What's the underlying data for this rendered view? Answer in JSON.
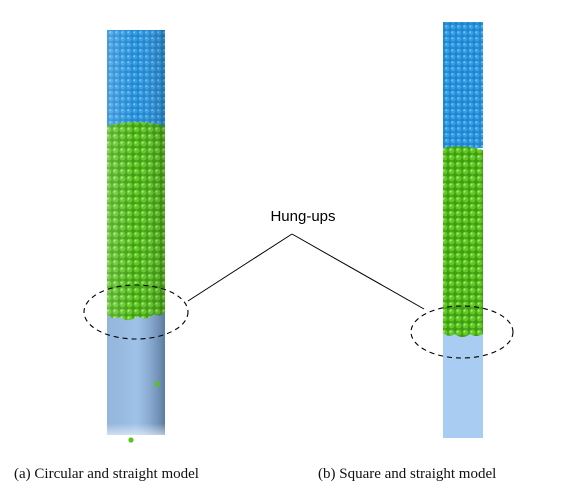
{
  "annotation": {
    "label": "Hung-ups"
  },
  "panels": [
    {
      "caption": "(a) Circular and straight model",
      "shape": "circular"
    },
    {
      "caption": "(b) Square and straight model",
      "shape": "square"
    }
  ],
  "colors": {
    "blue_particles": "#2a8fd6",
    "green_particles": "#58c41e",
    "empty_pipe": "#a9cdf2",
    "empty_pipe_circular": "#8eb3dc",
    "outline": "#000000"
  }
}
